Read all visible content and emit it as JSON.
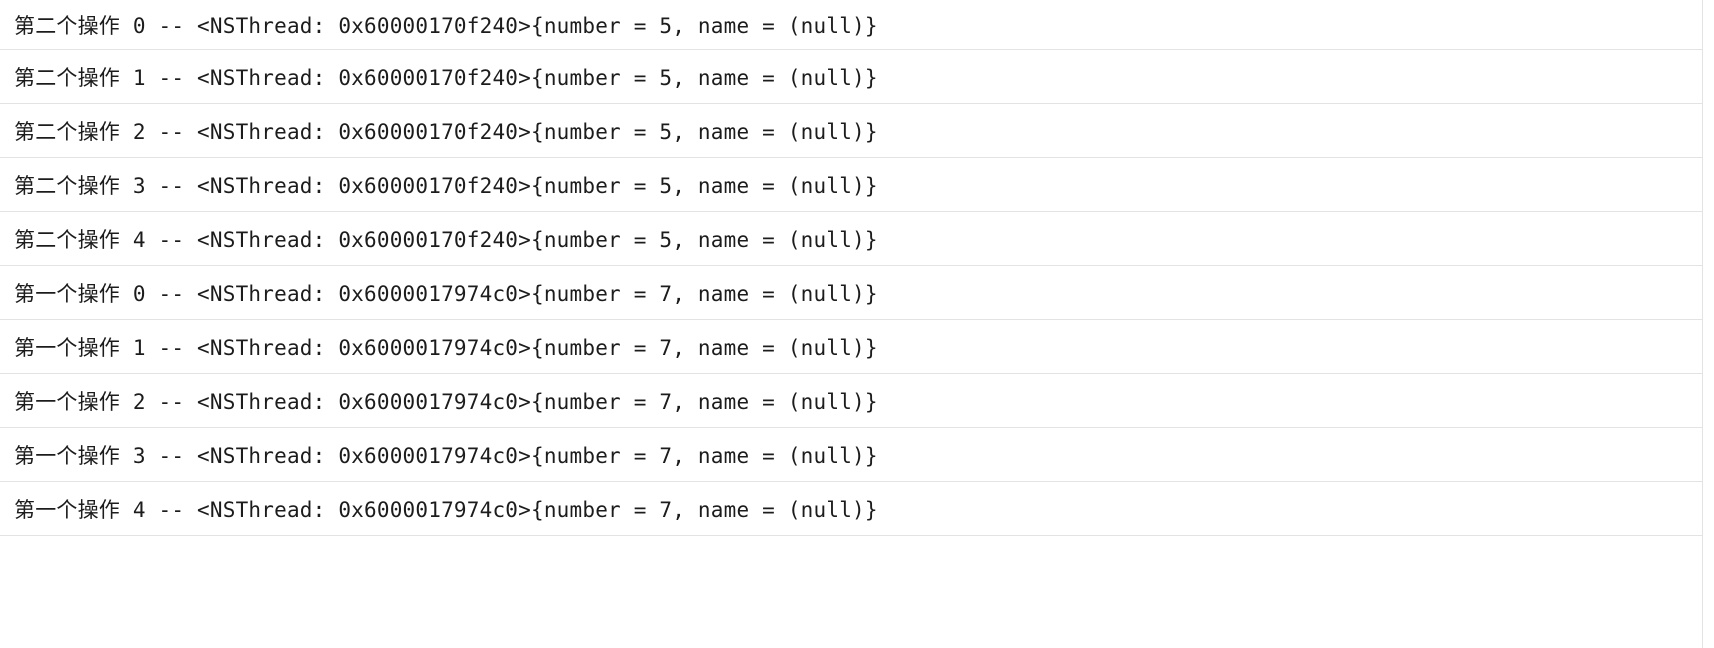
{
  "console": {
    "lines": [
      "第二个操作 0 -- <NSThread: 0x60000170f240>{number = 5, name = (null)}",
      "第二个操作 1 -- <NSThread: 0x60000170f240>{number = 5, name = (null)}",
      "第二个操作 2 -- <NSThread: 0x60000170f240>{number = 5, name = (null)}",
      "第二个操作 3 -- <NSThread: 0x60000170f240>{number = 5, name = (null)}",
      "第二个操作 4 -- <NSThread: 0x60000170f240>{number = 5, name = (null)}",
      "第一个操作 0 -- <NSThread: 0x6000017974c0>{number = 7, name = (null)}",
      "第一个操作 1 -- <NSThread: 0x6000017974c0>{number = 7, name = (null)}",
      "第一个操作 2 -- <NSThread: 0x6000017974c0>{number = 7, name = (null)}",
      "第一个操作 3 -- <NSThread: 0x6000017974c0>{number = 7, name = (null)}",
      "第一个操作 4 -- <NSThread: 0x6000017974c0>{number = 7, name = (null)}"
    ]
  }
}
